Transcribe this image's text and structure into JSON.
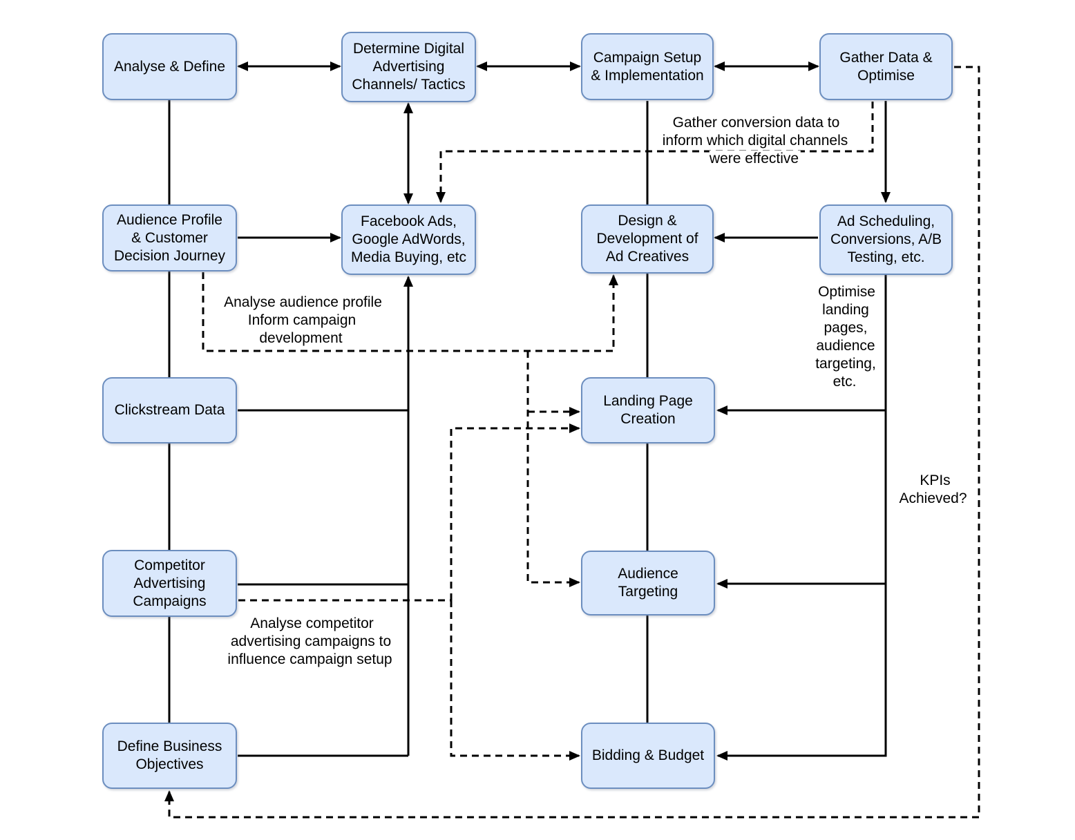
{
  "diagram": {
    "type": "flowchart",
    "colors": {
      "node_fill": "#dae8fc",
      "node_border": "#6c8ebf",
      "connector": "#000000",
      "canvas_background": "#ffffff"
    },
    "nodes": {
      "analyse_define": {
        "label": "Analyse & Define"
      },
      "determine_digital": {
        "label": "Determine Digital\nAdvertising\nChannels/ Tactics"
      },
      "campaign_setup": {
        "label": "Campaign Setup\n& Implementation"
      },
      "gather_data": {
        "label": "Gather Data &\nOptimise"
      },
      "audience_profile": {
        "label": "Audience Profile\n& Customer\nDecision Journey"
      },
      "facebook_ads": {
        "label": "Facebook Ads,\nGoogle AdWords,\nMedia Buying, etc"
      },
      "design_dev": {
        "label": "Design &\nDevelopment of\nAd Creatives"
      },
      "ad_scheduling": {
        "label": "Ad Scheduling,\nConversions, A/B\nTesting, etc."
      },
      "clickstream": {
        "label": "Clickstream Data"
      },
      "landing_page": {
        "label": "Landing Page\nCreation"
      },
      "competitor": {
        "label": "Competitor\nAdvertising\nCampaigns"
      },
      "audience_targeting": {
        "label": "Audience\nTargeting"
      },
      "define_business": {
        "label": "Define Business\nObjectives"
      },
      "bidding_budget": {
        "label": "Bidding & Budget"
      }
    },
    "annotations": {
      "gather_conversion": "Gather conversion data to\ninform which digital channels\nwere effective",
      "analyse_audience": "Analyse audience profile\nInform campaign\ndevelopment",
      "optimise_landing": "Optimise\nlanding\npages,\naudience\ntargeting,\netc.",
      "kpis": "KPIs\nAchieved?",
      "analyse_competitor": "Analyse competitor\nadvertising campaigns to\ninfluence campaign setup"
    },
    "edges": [
      {
        "from": "analyse_define",
        "to": "determine_digital",
        "style": "solid",
        "arrows": "both"
      },
      {
        "from": "determine_digital",
        "to": "campaign_setup",
        "style": "solid",
        "arrows": "both"
      },
      {
        "from": "campaign_setup",
        "to": "gather_data",
        "style": "solid",
        "arrows": "both"
      },
      {
        "from": "determine_digital",
        "to": "facebook_ads",
        "style": "solid",
        "arrows": "both"
      },
      {
        "from": "gather_data",
        "to": "ad_scheduling",
        "style": "solid",
        "arrows": "end"
      },
      {
        "from": "audience_profile",
        "to": "facebook_ads",
        "style": "solid",
        "arrows": "end"
      },
      {
        "from": "ad_scheduling",
        "to": "design_dev",
        "style": "solid",
        "arrows": "end"
      },
      {
        "from": "analyse_define",
        "to": "audience_profile",
        "style": "solid",
        "arrows": "none"
      },
      {
        "from": "audience_profile",
        "to": "clickstream",
        "style": "solid",
        "arrows": "none"
      },
      {
        "from": "clickstream",
        "to": "competitor",
        "style": "solid",
        "arrows": "none"
      },
      {
        "from": "competitor",
        "to": "define_business",
        "style": "solid",
        "arrows": "none"
      },
      {
        "from": "campaign_setup",
        "to": "design_dev",
        "style": "solid",
        "arrows": "none"
      },
      {
        "from": "design_dev",
        "to": "landing_page",
        "style": "solid",
        "arrows": "none"
      },
      {
        "from": "landing_page",
        "to": "audience_targeting",
        "style": "solid",
        "arrows": "none"
      },
      {
        "from": "audience_targeting",
        "to": "bidding_budget",
        "style": "solid",
        "arrows": "none"
      },
      {
        "from": "clickstream",
        "to": "facebook_ads",
        "style": "solid",
        "arrows": "end"
      },
      {
        "from": "competitor",
        "to": "facebook_ads",
        "style": "solid",
        "arrows": "end"
      },
      {
        "from": "define_business",
        "to": "facebook_ads",
        "style": "solid",
        "arrows": "end"
      },
      {
        "from": "ad_scheduling",
        "to": "landing_page",
        "style": "solid",
        "arrows": "end"
      },
      {
        "from": "ad_scheduling",
        "to": "audience_targeting",
        "style": "solid",
        "arrows": "end"
      },
      {
        "from": "ad_scheduling",
        "to": "bidding_budget",
        "style": "solid",
        "arrows": "end"
      },
      {
        "from": "gather_data",
        "to": "facebook_ads",
        "style": "dashed",
        "arrows": "end",
        "label": "gather_conversion"
      },
      {
        "from": "gather_data",
        "to": "define_business",
        "style": "dashed",
        "arrows": "end",
        "label": "kpis"
      },
      {
        "from": "audience_profile",
        "to": "design_dev",
        "style": "dashed",
        "arrows": "end",
        "label": "analyse_audience"
      },
      {
        "from": "audience_profile",
        "to": "landing_page",
        "style": "dashed",
        "arrows": "end"
      },
      {
        "from": "audience_profile",
        "to": "audience_targeting",
        "style": "dashed",
        "arrows": "end"
      },
      {
        "from": "competitor",
        "to": "landing_page",
        "style": "dashed",
        "arrows": "end",
        "label": "analyse_competitor"
      },
      {
        "from": "competitor",
        "to": "bidding_budget",
        "style": "dashed",
        "arrows": "end"
      }
    ]
  }
}
